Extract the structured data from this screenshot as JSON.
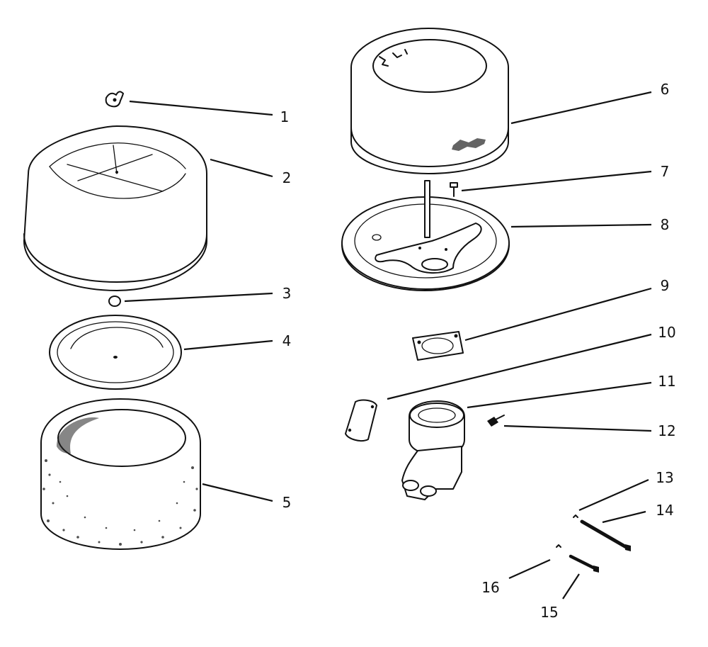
{
  "parts": [
    {
      "number": "1",
      "name": "wing-nut"
    },
    {
      "number": "2",
      "name": "air-cleaner-cover"
    },
    {
      "number": "3",
      "name": "spacer"
    },
    {
      "number": "4",
      "name": "baffle-plate"
    },
    {
      "number": "5",
      "name": "foam-pre-cleaner"
    },
    {
      "number": "6",
      "name": "paper-filter-element"
    },
    {
      "number": "7",
      "name": "screw"
    },
    {
      "number": "8",
      "name": "base-plate"
    },
    {
      "number": "9",
      "name": "gasket"
    },
    {
      "number": "10",
      "name": "gasket"
    },
    {
      "number": "11",
      "name": "elbow-adapter"
    },
    {
      "number": "12",
      "name": "screw"
    },
    {
      "number": "13",
      "name": "lock-washer"
    },
    {
      "number": "14",
      "name": "long-bolt"
    },
    {
      "number": "15",
      "name": "short-bolt"
    },
    {
      "number": "16",
      "name": "lock-washer"
    }
  ]
}
